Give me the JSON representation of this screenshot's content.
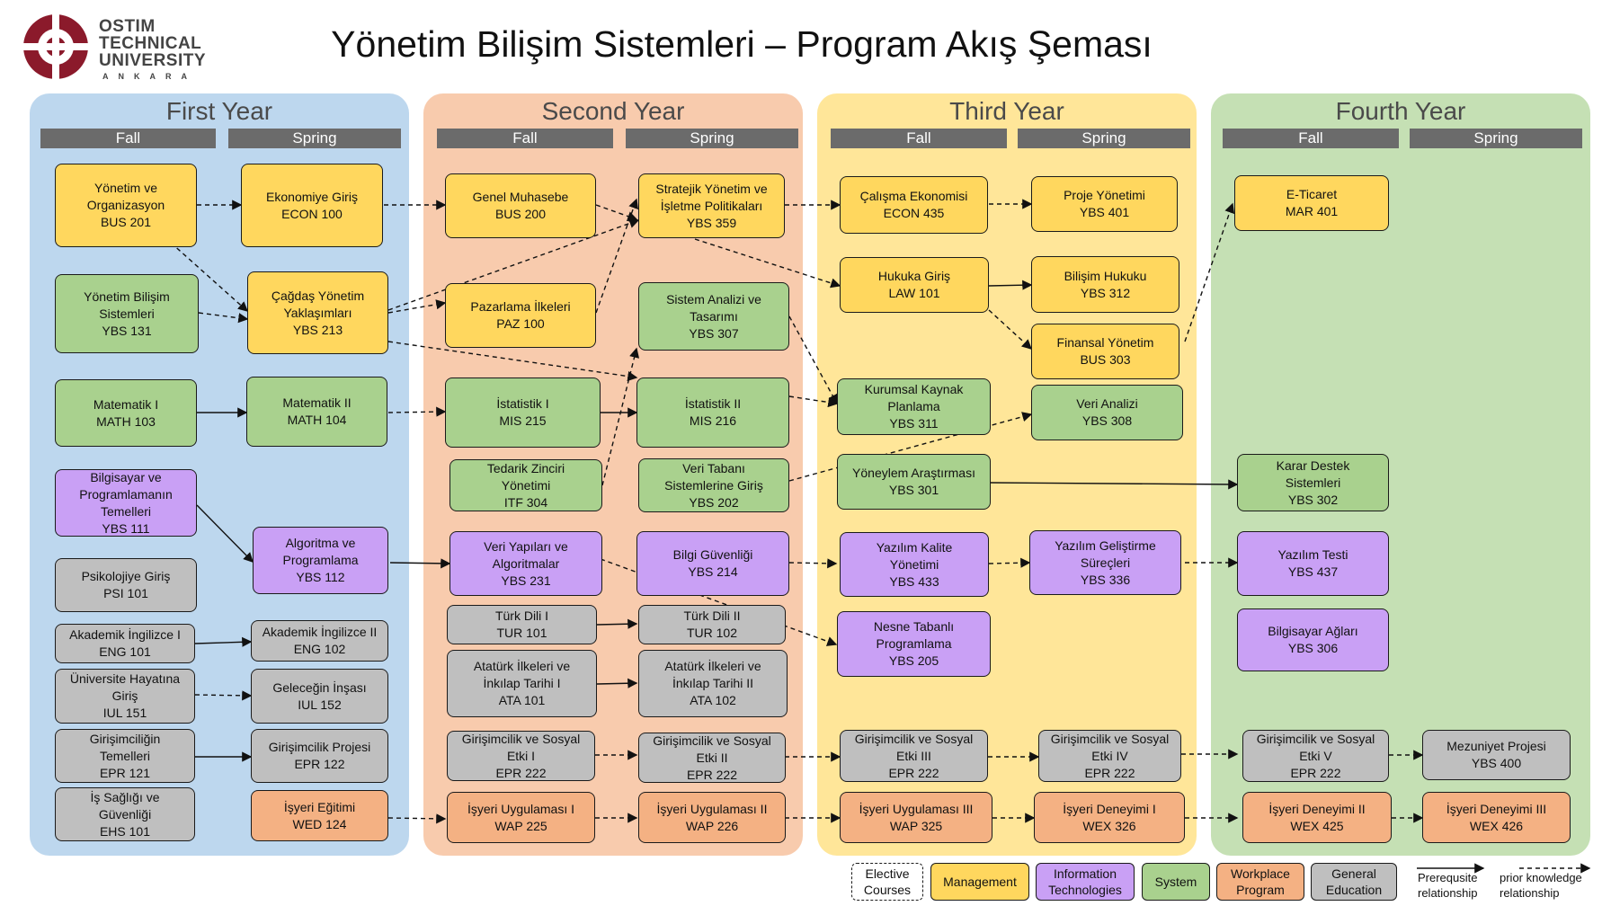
{
  "logo": {
    "line1": "OSTIM",
    "line2": "TECHNICAL",
    "line3": "UNIVERSITY",
    "line4": "ANKARA"
  },
  "title": "Yönetim Bilişim Sistemleri – Program Akış Şeması",
  "colors": {
    "management": "#ffd75e",
    "information_technologies": "#c9a0f5",
    "system": "#a9d18e",
    "workplace": "#f4b183",
    "general": "#bfbfbf"
  },
  "years": [
    {
      "name": "First Year",
      "fall": "Fall",
      "spring": "Spring"
    },
    {
      "name": "Second Year",
      "fall": "Fall",
      "spring": "Spring"
    },
    {
      "name": "Third Year",
      "fall": "Fall",
      "spring": "Spring"
    },
    {
      "name": "Fourth Year",
      "fall": "Fall",
      "spring": "Spring"
    }
  ],
  "courses": {
    "bus201": {
      "l1": "Yönetim ve",
      "l2": "Organizasyon",
      "l3": "BUS 201"
    },
    "econ100": {
      "l1": "Ekonomiye Giriş",
      "l2": "ECON 100"
    },
    "ybs131": {
      "l1": "Yönetim Bilişim",
      "l2": "Sistemleri",
      "l3": "YBS 131"
    },
    "ybs213": {
      "l1": "Çağdaş Yönetim",
      "l2": "Yaklaşımları",
      "l3": "YBS 213"
    },
    "math103": {
      "l1": "Matematik I",
      "l2": "MATH 103"
    },
    "math104": {
      "l1": "Matematik II",
      "l2": "MATH 104"
    },
    "ybs111": {
      "l1": "Bilgisayar ve",
      "l2": "Programlamanın",
      "l3": "Temelleri",
      "l4": "YBS 111"
    },
    "ybs112": {
      "l1": "Algoritma ve",
      "l2": "Programlama",
      "l3": "YBS 112"
    },
    "psi101": {
      "l1": "Psikolojiye Giriş",
      "l2": "PSI 101"
    },
    "eng101": {
      "l1": "Akademik İngilizce I",
      "l2": "ENG 101"
    },
    "eng102": {
      "l1": "Akademik İngilizce II",
      "l2": "ENG 102"
    },
    "iul151": {
      "l1": "Üniversite Hayatına",
      "l2": "Giriş",
      "l3": "IUL 151"
    },
    "iul152": {
      "l1": "Geleceğin İnşası",
      "l2": "IUL 152"
    },
    "epr121": {
      "l1": "Girişimciliğin",
      "l2": "Temelleri",
      "l3": "EPR 121"
    },
    "epr122": {
      "l1": "Girişimcilik Projesi",
      "l2": "EPR 122"
    },
    "ehs101": {
      "l1": "İş Sağlığı ve",
      "l2": "Güvenliği",
      "l3": "EHS 101"
    },
    "wed124": {
      "l1": "İşyeri Eğitimi",
      "l2": "WED 124"
    },
    "bus200": {
      "l1": "Genel Muhasebe",
      "l2": "BUS 200"
    },
    "ybs359": {
      "l1": "Stratejik Yönetim ve",
      "l2": "İşletme Politikaları",
      "l3": "YBS 359"
    },
    "paz100": {
      "l1": "Pazarlama İlkeleri",
      "l2": "PAZ 100"
    },
    "ybs307": {
      "l1": "Sistem Analizi ve",
      "l2": "Tasarımı",
      "l3": "YBS 307"
    },
    "mis215": {
      "l1": "İstatistik I",
      "l2": "MIS 215"
    },
    "mis216": {
      "l1": "İstatistik II",
      "l2": "MIS 216"
    },
    "itf304": {
      "l1": "Tedarik Zinciri",
      "l2": "Yönetimi",
      "l3": "ITF 304"
    },
    "ybs202": {
      "l1": "Veri Tabanı",
      "l2": "Sistemlerine Giriş",
      "l3": "YBS 202"
    },
    "ybs231": {
      "l1": "Veri Yapıları ve",
      "l2": "Algoritmalar",
      "l3": "YBS 231"
    },
    "ybs214": {
      "l1": "Bilgi Güvenliği",
      "l2": "YBS 214"
    },
    "tur101": {
      "l1": "Türk Dili I",
      "l2": "TUR 101"
    },
    "tur102": {
      "l1": "Türk Dili II",
      "l2": "TUR 102"
    },
    "ata101": {
      "l1": "Atatürk İlkeleri ve",
      "l2": "İnkılap Tarihi I",
      "l3": "ATA 101"
    },
    "ata102": {
      "l1": "Atatürk İlkeleri ve",
      "l2": "İnkılap Tarihi II",
      "l3": "ATA 102"
    },
    "epr222a": {
      "l1": "Girişimcilik ve Sosyal",
      "l2": "Etki I",
      "l3": "EPR 222"
    },
    "epr222b": {
      "l1": "Girişimcilik ve Sosyal",
      "l2": "Etki II",
      "l3": "EPR 222"
    },
    "wap225": {
      "l1": "İşyeri Uygulaması I",
      "l2": "WAP  225"
    },
    "wap226": {
      "l1": "İşyeri Uygulaması II",
      "l2": "WAP 226"
    },
    "econ435": {
      "l1": "Çalışma Ekonomisi",
      "l2": "ECON 435"
    },
    "ybs401": {
      "l1": "Proje Yönetimi",
      "l2": "YBS 401"
    },
    "law101": {
      "l1": "Hukuka Giriş",
      "l2": "LAW 101"
    },
    "ybs312": {
      "l1": "Bilişim Hukuku",
      "l2": "YBS  312"
    },
    "bus303": {
      "l1": "Finansal Yönetim",
      "l2": "BUS 303"
    },
    "ybs311": {
      "l1": "Kurumsal Kaynak",
      "l2": "Planlama",
      "l3": "YBS 311"
    },
    "ybs308": {
      "l1": "Veri Analizi",
      "l2": "YBS 308"
    },
    "ybs301": {
      "l1": "Yöneylem Araştırması",
      "l2": "YBS 301"
    },
    "ybs433": {
      "l1": "Yazılım Kalite",
      "l2": "Yönetimi",
      "l3": "YBS 433"
    },
    "ybs336": {
      "l1": "Yazılım Geliştirme",
      "l2": "Süreçleri",
      "l3": "YBS 336"
    },
    "ybs205": {
      "l1": "Nesne Tabanlı",
      "l2": "Programlama",
      "l3": "YBS 205"
    },
    "epr222c": {
      "l1": "Girişimcilik ve Sosyal",
      "l2": "Etki III",
      "l3": "EPR 222"
    },
    "epr222d": {
      "l1": "Girişimcilik ve Sosyal",
      "l2": "Etki IV",
      "l3": "EPR 222"
    },
    "wap325": {
      "l1": "İşyeri Uygulaması III",
      "l2": "WAP 325"
    },
    "wex326": {
      "l1": "İşyeri Deneyimi I",
      "l2": "WEX 326"
    },
    "mar401": {
      "l1": "E-Ticaret",
      "l2": "MAR 401"
    },
    "ybs302": {
      "l1": "Karar Destek",
      "l2": "Sistemleri",
      "l3": "YBS 302"
    },
    "ybs437": {
      "l1": "Yazılım Testi",
      "l2": "YBS 437"
    },
    "ybs306": {
      "l1": "Bilgisayar Ağları",
      "l2": "YBS  306"
    },
    "epr222e": {
      "l1": "Girişimcilik ve Sosyal",
      "l2": "Etki V",
      "l3": "EPR 222"
    },
    "ybs400": {
      "l1": "Mezuniyet Projesi",
      "l2": "YBS 400"
    },
    "wex425": {
      "l1": "İşyeri Deneyimi II",
      "l2": "WEX 425"
    },
    "wex426": {
      "l1": "İşyeri Deneyimi III",
      "l2": "WEX 426"
    }
  },
  "legend": {
    "elective": {
      "l1": "Elective",
      "l2": "Courses"
    },
    "management": "Management",
    "it": {
      "l1": "Information",
      "l2": "Technologies"
    },
    "system": "System",
    "workplace": {
      "l1": "Workplace",
      "l2": "Program"
    },
    "general": {
      "l1": "General",
      "l2": "Education"
    },
    "prereq": {
      "l1": "Prerequsite",
      "l2": "relationship"
    },
    "prior": {
      "l1": "prior knowledge",
      "l2": "relationship"
    }
  }
}
